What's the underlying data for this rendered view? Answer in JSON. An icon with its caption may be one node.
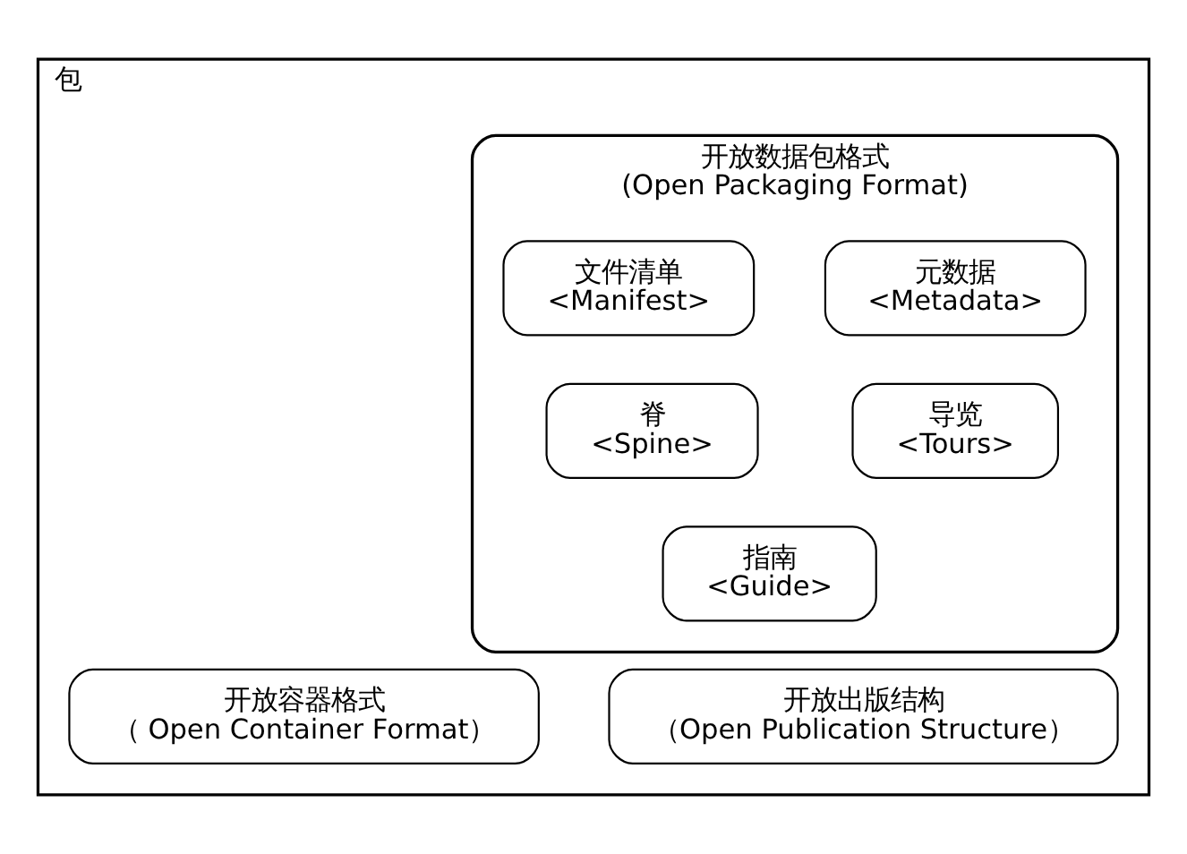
{
  "diagram": {
    "nodes": [
      {
        "text": [
          "包"
        ]
      },
      {
        "text": [
          "开放数据包格式",
          "(Open Packaging Format)"
        ],
        "in": 0
      },
      {
        "text": [
          "元数据",
          "<Metadata>"
        ],
        "in": 1
      },
      {
        "text": [
          "文件清单",
          "<Manifest>"
        ],
        "in": 1
      },
      {
        "text": [
          "导览",
          "<Tours>"
        ],
        "in": 1
      },
      {
        "text": [
          "脊",
          "<Spine>"
        ],
        "in": 1
      },
      {
        "text": [
          "指南",
          "<Guide>"
        ],
        "in": 1
      },
      {
        "text": [
          "开放出版结构",
          "（Open Publication Structure）"
        ],
        "in": 0
      },
      {
        "text": [
          "开放容器格式",
          "（ Open Container Format）"
        ],
        "in": 0
      }
    ],
    "edges": []
  }
}
